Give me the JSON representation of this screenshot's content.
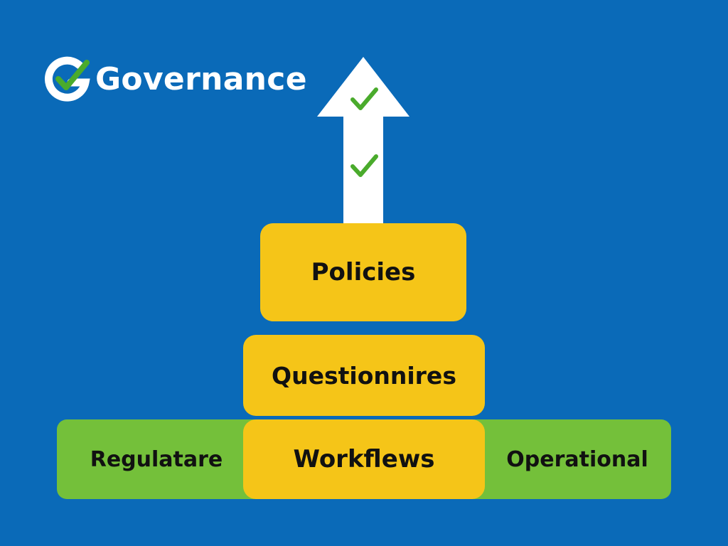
{
  "logo": {
    "text": "Governance"
  },
  "diagram": {
    "top_block": "Policies",
    "middle_block": "Questionnires",
    "bottom_center": "Workflews",
    "base_left": "Regulatare",
    "base_right": "Operational"
  },
  "colors": {
    "background": "#0a6ab8",
    "block_yellow": "#f5c518",
    "base_green": "#74c03a",
    "check_green": "#4aab2c",
    "arrow_white": "#ffffff"
  },
  "icons": {
    "logo": "g-checkmark-icon",
    "arrow": "up-arrow-icon",
    "check": "checkmark-icon"
  }
}
